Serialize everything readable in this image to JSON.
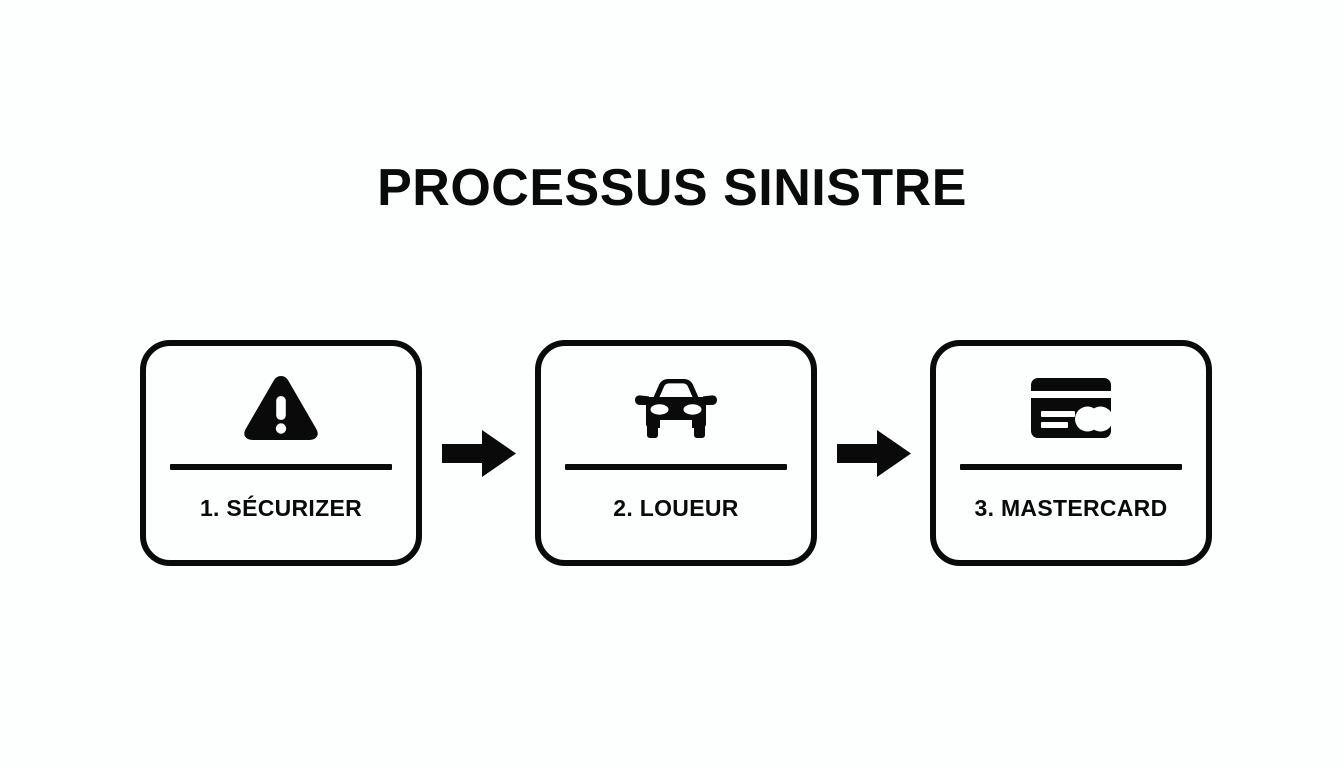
{
  "page": {
    "title": "PROCESSUS SINISTRE",
    "background_color": "#fdfefe",
    "ink_color": "#0a0a0a"
  },
  "diagram": {
    "type": "process-flow",
    "orientation": "horizontal",
    "steps": [
      {
        "label": "1. SÉCURIZER",
        "icon": "warning-triangle-icon"
      },
      {
        "label": "2. LOUEUR",
        "icon": "car-front-icon"
      },
      {
        "label": "3. MASTERCARD",
        "icon": "credit-card-icon"
      }
    ],
    "connectors": [
      {
        "icon": "arrow-right-icon"
      },
      {
        "icon": "arrow-right-icon"
      }
    ]
  }
}
